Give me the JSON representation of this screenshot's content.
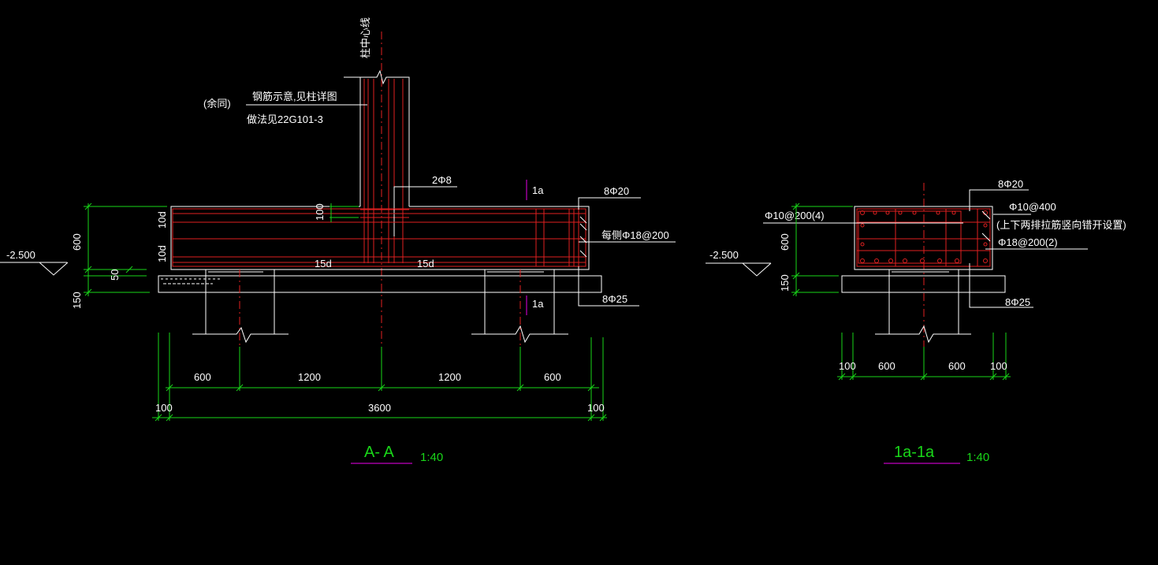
{
  "section_aa": {
    "column_center_label": "柱中心线",
    "note_same": "(余同)",
    "note_rebar": "钢筋示意,见柱详图",
    "note_method": "做法见22G101-3",
    "stirrup_label": "2Φ8",
    "top_bar_label": "8Φ20",
    "side_bar_label": "每侧Φ18@200",
    "bottom_bar_label": "8Φ25",
    "section_mark_top": "1a",
    "section_mark_bottom": "1a",
    "anchor_label_1": "15d",
    "anchor_label_2": "15d",
    "dim_100_cover": "100",
    "dim_10d_top": "10d",
    "dim_10d_bottom": "10d",
    "elevation": "-2.500",
    "dim_height_600": "600",
    "dim_height_50": "50",
    "dim_height_150": "150",
    "dim_spans": [
      "600",
      "1200",
      "1200",
      "600"
    ],
    "dim_total": "3600",
    "dim_edge_left": "100",
    "dim_edge_right": "100",
    "title": "A- A",
    "scale": "1:40"
  },
  "section_1a": {
    "top_bar_label": "8Φ20",
    "tie_label": "Φ10@400",
    "tie_note": "(上下两排拉筋竖向错开设置)",
    "stirrup_label": "Φ10@200(4)",
    "side_stirrup_label": "Φ18@200(2)",
    "bottom_bar_label": "8Φ25",
    "elevation": "-2.500",
    "dim_height_600": "600",
    "dim_height_150": "150",
    "dim_spans": [
      "100",
      "600",
      "600",
      "100"
    ],
    "title": "1a-1a",
    "scale": "1:40"
  },
  "colors": {
    "background": "#000000",
    "outline": "#ffffff",
    "dimension": "#19d619",
    "rebar": "#e02020",
    "section_mark": "#c000c0"
  }
}
